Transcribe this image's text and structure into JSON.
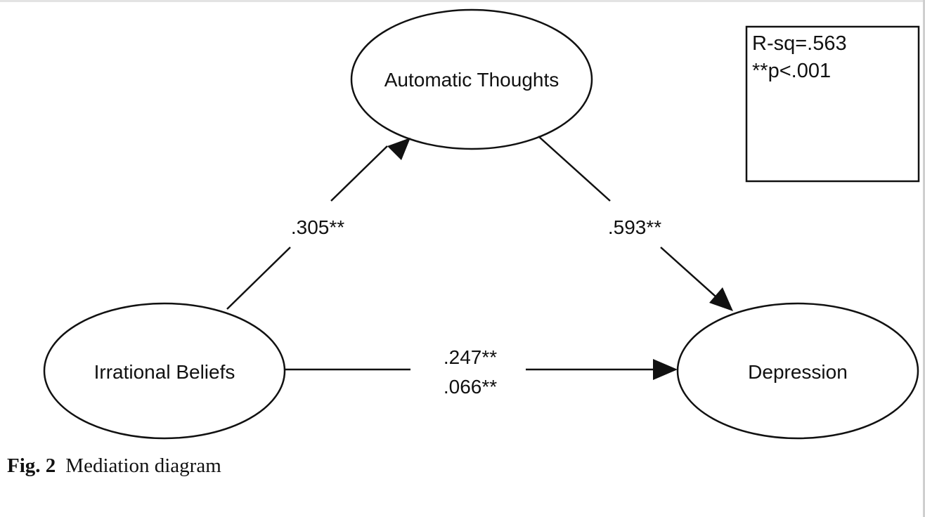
{
  "figure": {
    "number_label": "Fig. 2",
    "caption_text": "Mediation diagram"
  },
  "nodes": {
    "automatic_thoughts": "Automatic Thoughts",
    "irrational_beliefs": "Irrational Beliefs",
    "depression": "Depression"
  },
  "edges": {
    "irrational_to_automatic": {
      "from": "Irrational Beliefs",
      "to": "Automatic Thoughts",
      "label": ".305**"
    },
    "automatic_to_depression": {
      "from": "Automatic Thoughts",
      "to": "Depression",
      "label": ".593**"
    },
    "irrational_to_depression": {
      "from": "Irrational Beliefs",
      "to": "Depression",
      "label_total": ".247**",
      "label_direct": ".066**"
    }
  },
  "legend": {
    "rsq": "R-sq=.563",
    "significance": "**p<.001"
  },
  "colors": {
    "stroke": "#111111",
    "background": "#ffffff"
  }
}
